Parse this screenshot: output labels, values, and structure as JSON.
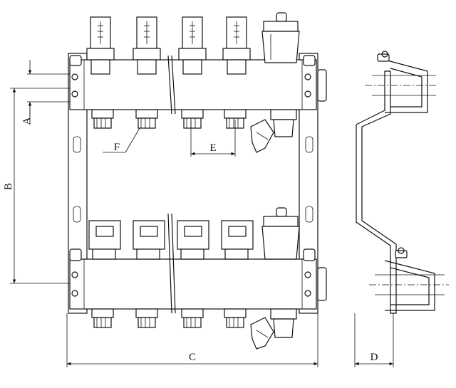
{
  "diagram": {
    "labels": {
      "a": "A",
      "b": "B",
      "c": "C",
      "d": "D",
      "e": "E",
      "f": "F"
    },
    "supply_ports": 4,
    "return_ports": 4
  }
}
